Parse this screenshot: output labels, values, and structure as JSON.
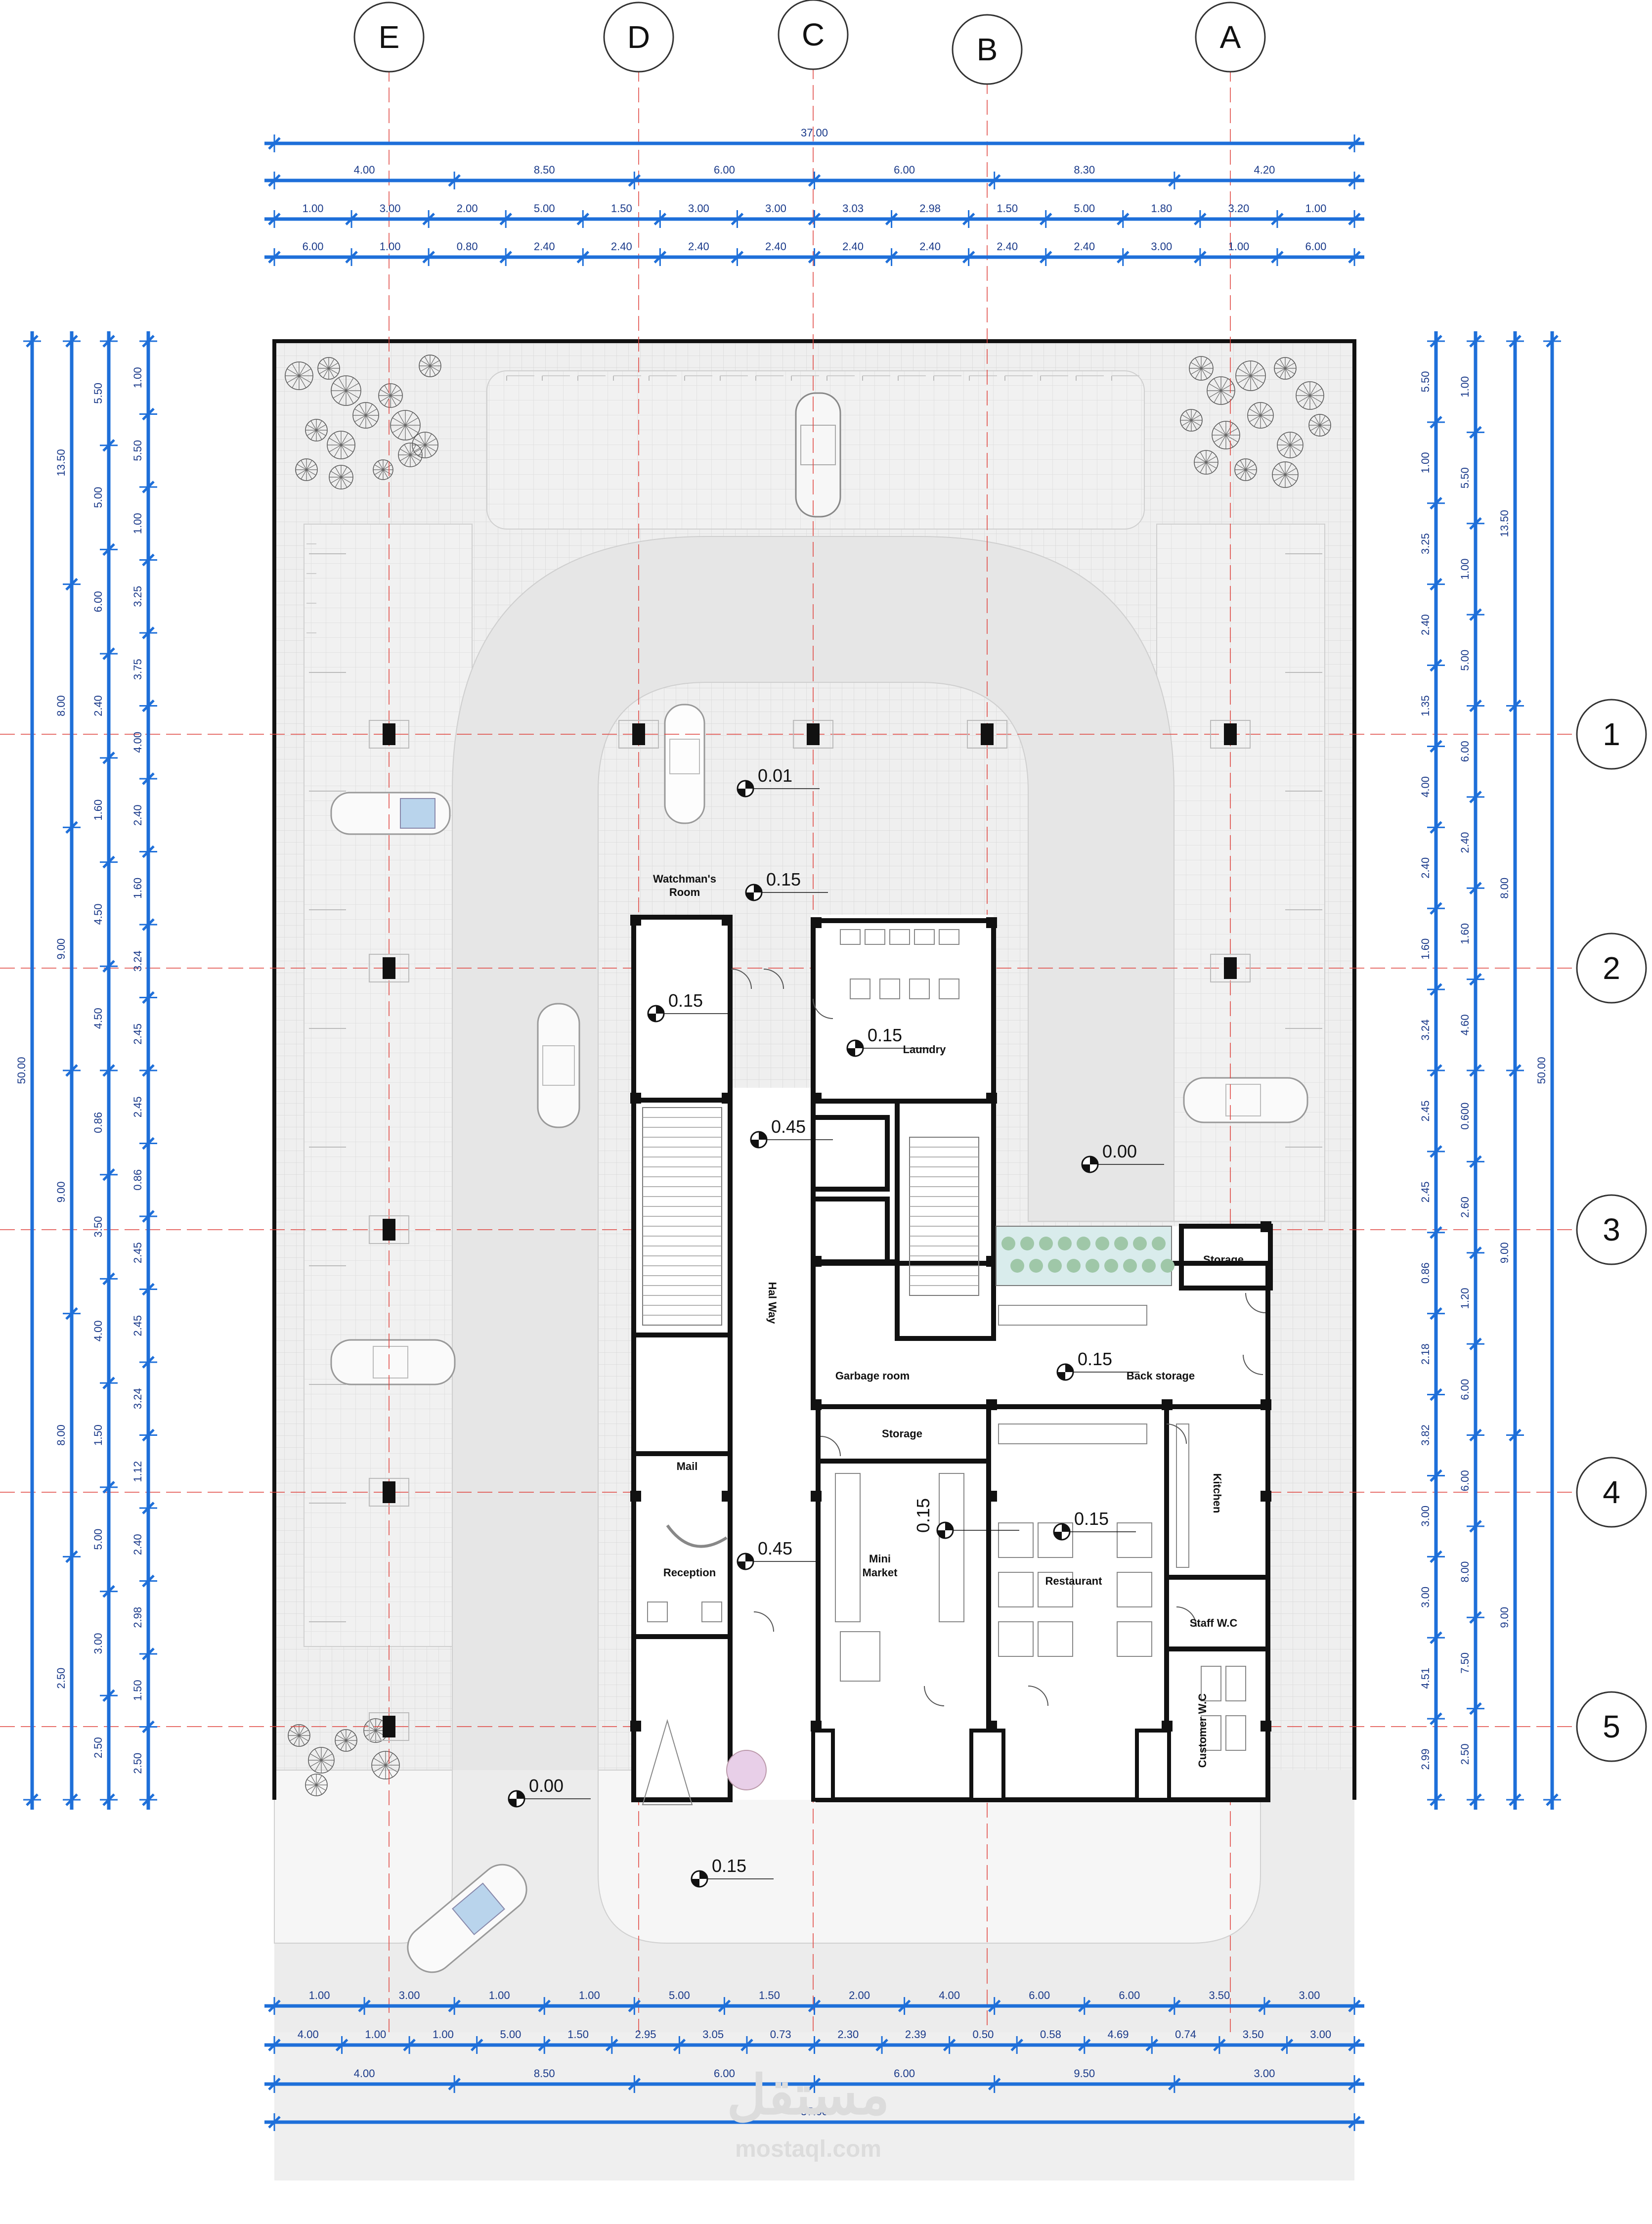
{
  "grid_columns": [
    "E",
    "D",
    "C",
    "B",
    "A"
  ],
  "grid_rows": [
    "1",
    "2",
    "3",
    "4",
    "5"
  ],
  "top_dims": {
    "total": "37.00",
    "row1": [
      "4.00",
      "8.50",
      "6.00",
      "6.00",
      "8.30",
      "4.20"
    ],
    "row2": [
      "1.00",
      "3.00",
      "2.00",
      "5.00",
      "1.50",
      "3.00",
      "3.00",
      "3.03",
      "2.98",
      "1.50",
      "5.00",
      "1.80",
      "3.20",
      "1.00"
    ],
    "row3": [
      "6.00",
      "1.00",
      "0.80",
      "2.40",
      "2.40",
      "2.40",
      "2.40",
      "2.40",
      "2.40",
      "2.40",
      "2.40",
      "3.00",
      "1.00",
      "6.00"
    ]
  },
  "bottom_dims": {
    "row1": [
      "1.00",
      "3.00",
      "1.00",
      "1.00",
      "5.00",
      "1.50",
      "2.00",
      "4.00",
      "6.00",
      "6.00",
      "3.50",
      "3.00"
    ],
    "row2": [
      "4.00",
      "1.00",
      "1.00",
      "5.00",
      "1.50",
      "2.95",
      "3.05",
      "0.73",
      "2.30",
      "2.39",
      "0.50",
      "0.58",
      "4.69",
      "0.74",
      "3.50",
      "3.00"
    ],
    "row3": [
      "4.00",
      "8.50",
      "6.00",
      "6.00",
      "9.50",
      "3.00"
    ],
    "total": "37.00"
  },
  "left_dims": {
    "col1": [
      "50.00"
    ],
    "col2": [
      "13.50",
      "8.00",
      "9.00",
      "9.00",
      "8.00",
      "2.50"
    ],
    "col3": [
      "5.50",
      "5.00",
      "6.00",
      "2.40",
      "1.60",
      "4.50",
      "4.50",
      "0.86",
      "3.50",
      "4.00",
      "1.50",
      "5.00",
      "3.00",
      "2.50"
    ],
    "col4": [
      "1.00",
      "5.50",
      "1.00",
      "3.25",
      "3.75",
      "4.00",
      "2.40",
      "1.60",
      "3.24",
      "2.45",
      "2.45",
      "0.86",
      "2.45",
      "2.45",
      "3.24",
      "1.12",
      "2.40",
      "2.98",
      "1.50",
      "2.50"
    ]
  },
  "right_dims": {
    "col1": [
      "5.50",
      "1.00",
      "3.25",
      "2.40",
      "1.35",
      "4.00",
      "2.40",
      "1.60",
      "3.24",
      "2.45",
      "2.45",
      "0.86",
      "2.18",
      "3.82",
      "3.00",
      "3.00",
      "4.51",
      "2.99"
    ],
    "col2": [
      "1.00",
      "5.50",
      "1.00",
      "5.00",
      "6.00",
      "2.40",
      "1.60",
      "4.60",
      "0.600",
      "2.60",
      "1.20",
      "6.00",
      "6.00",
      "8.00",
      "7.50",
      "2.50"
    ],
    "col3": [
      "13.50",
      "8.00",
      "9.00",
      "9.00"
    ],
    "col4": [
      "50.00"
    ]
  },
  "rooms": {
    "watchman": "Watchman's Room",
    "watchman_l1": "Watchman's",
    "watchman_l2": "Room",
    "laundry": "Laundry",
    "hallway": "Hal Way",
    "storage_top": "Storage",
    "garbage": "Garbage room",
    "back_storage": "Back storage",
    "storage_mid": "Storage",
    "mail": "Mail",
    "reception": "Reception",
    "mini_market_l1": "Mini",
    "mini_market_l2": "Market",
    "restaurant": "Restaurant",
    "kitchen": "Kitchen",
    "staff_wc": "Staff W.C",
    "customer_wc": "Customer  W.C"
  },
  "levels": {
    "parking_top": "0.01",
    "watchman_out": "0.15",
    "watchman_in": "0.15",
    "laundry": "0.15",
    "hall_top": "0.45",
    "east_yard": "0.00",
    "back_storage": "0.15",
    "reception": "0.45",
    "mini_market": "0.15",
    "restaurant": "0.15",
    "south_left": "0.00",
    "south_entry": "0.15"
  },
  "watermark": {
    "arabic": "مستقل",
    "latin": "mostaql.com"
  },
  "colors": {
    "dim_line": "#1e6fd9",
    "grid_line": "#e0403a",
    "wall": "#111111",
    "paving": "#eeeeee",
    "road": "#e4e4e4"
  }
}
